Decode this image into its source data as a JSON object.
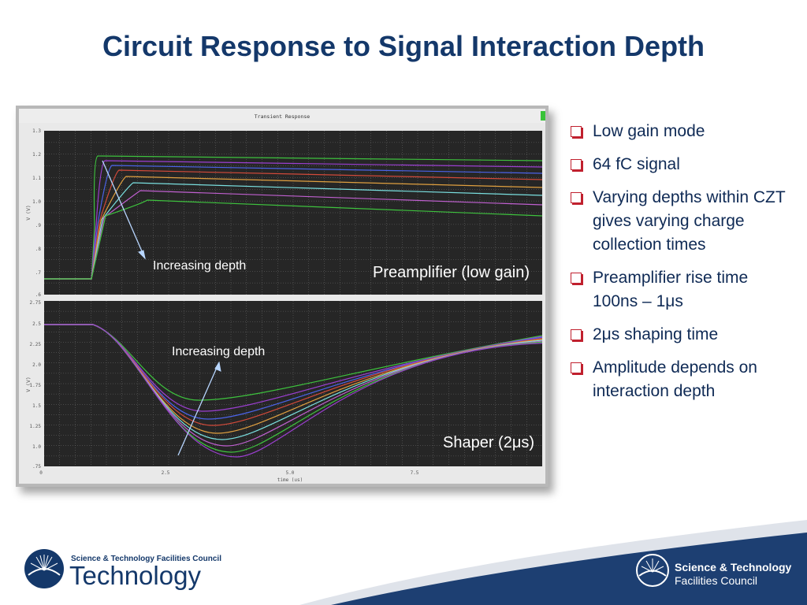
{
  "slide": {
    "title": "Circuit Response to Signal Interaction Depth"
  },
  "screenshot": {
    "window_title": "Transient Response",
    "top_panel": {
      "y_axis_label": "V (V)",
      "y_ticks": [
        "1.3",
        "1.2",
        "1.1",
        "1.0",
        ".9",
        ".8",
        ".7",
        ".6"
      ],
      "annotation": "Increasing depth",
      "panel_label": "Preamplifier (low gain)"
    },
    "bottom_panel": {
      "y_axis_label": "V (V)",
      "y_ticks": [
        "2.75",
        "2.5",
        "2.25",
        "2.0",
        "1.75",
        "1.5",
        "1.25",
        "1.0",
        ".75"
      ],
      "annotation": "Increasing depth",
      "panel_label": "Shaper (2μs)"
    },
    "x_ticks": [
      "0",
      "2.5",
      "5.0",
      "7.5"
    ],
    "x_axis_label": "time (us)",
    "colors": {
      "plot_background": "#262626",
      "grid": "#6e6e6e",
      "trace_colors": [
        "#3ec23e",
        "#9b3fd0",
        "#4b63e8",
        "#d24a3a",
        "#e0a040",
        "#7ae0e0",
        "#c060d0"
      ],
      "arrow": "#b8d6ff"
    }
  },
  "bullets": [
    "Low gain mode",
    "64 fC signal",
    "Varying depths within CZT gives varying charge collection times",
    "Preamplifier rise time 100ns – 1μs",
    "2μs shaping time",
    "Amplitude depends on interaction depth"
  ],
  "footer": {
    "left_small": "Science & Technology Facilities Council",
    "left_big": "Technology",
    "right_line1": "Science & Technology",
    "right_line2": "Facilities Council",
    "colors": {
      "navy": "#14386a",
      "wave": "#1d3f72"
    }
  }
}
